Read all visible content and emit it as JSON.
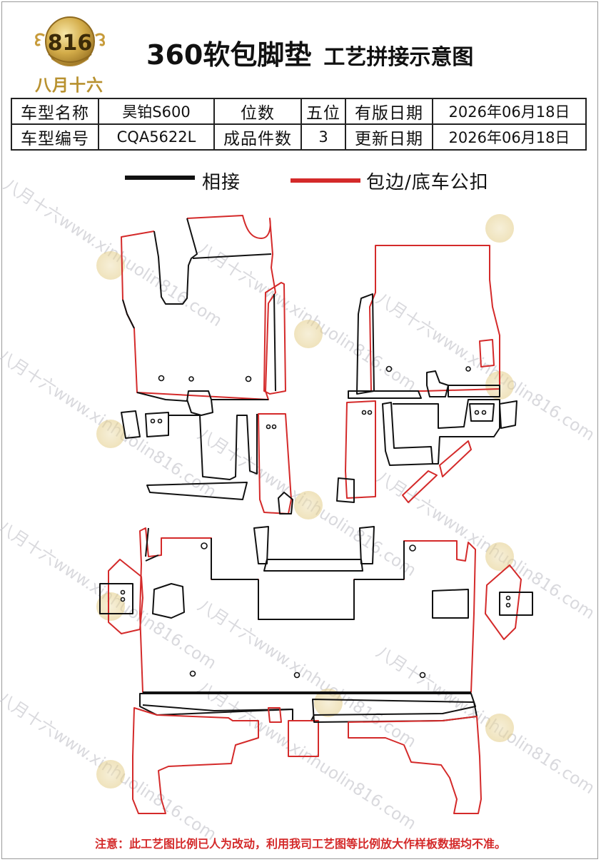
{
  "brand": {
    "logo_mark": "816",
    "name": "八月十六",
    "gold": "#b8912f"
  },
  "title": {
    "main": "360软包脚垫",
    "sub": "工艺拼接示意图"
  },
  "info_table": {
    "row1": {
      "model_label": "车型名称",
      "model_value": "昊铂S600",
      "seats_label": "位数",
      "seats_value": "五位",
      "version_date_label": "有版日期",
      "version_date_value": "2026年06月18日"
    },
    "row2": {
      "code_label": "车型编号",
      "code_value": "CQA5622L",
      "pieces_label": "成品件数",
      "pieces_value": "3",
      "update_date_label": "更新日期",
      "update_date_value": "2026年06月18日"
    }
  },
  "legend": {
    "joint_label": "相接",
    "joint_color": "#111111",
    "edge_label": "包边/底车公扣",
    "edge_color": "#d42a2a"
  },
  "watermark": {
    "text": "八月十六www.xinhuolin816.com",
    "color": "#c9c9d0"
  },
  "notice": "注意：此工艺图比例已人为改动，利用我司工艺图等比例放大作样板数据均不准。"
}
